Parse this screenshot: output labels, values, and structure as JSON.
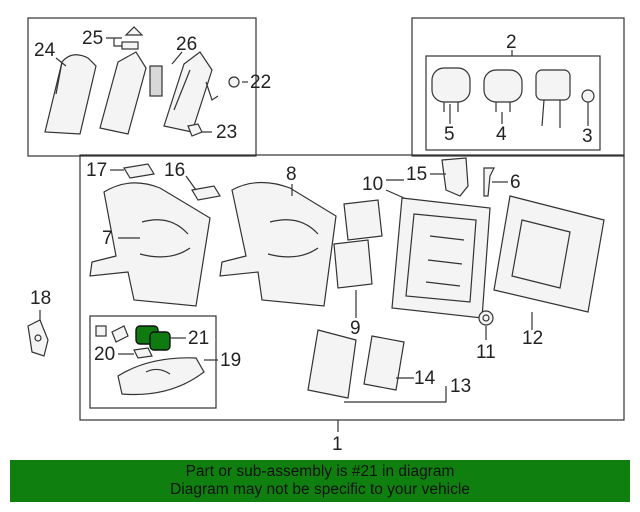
{
  "banner": {
    "line1": "Part or sub-assembly is #21 in diagram",
    "line2": "Diagram may not be specific to your vehicle"
  },
  "highlight_color": "#0f800f",
  "callouts": {
    "c1": "1",
    "c2": "2",
    "c3": "3",
    "c4": "4",
    "c5": "5",
    "c6": "6",
    "c7": "7",
    "c8": "8",
    "c9": "9",
    "c10": "10",
    "c11": "11",
    "c12": "12",
    "c13": "13",
    "c14": "14",
    "c15": "15",
    "c16": "16",
    "c17": "17",
    "c18": "18",
    "c19": "19",
    "c20": "20",
    "c21": "21",
    "c22": "22",
    "c23": "23",
    "c24": "24",
    "c25": "25",
    "c26": "26"
  }
}
